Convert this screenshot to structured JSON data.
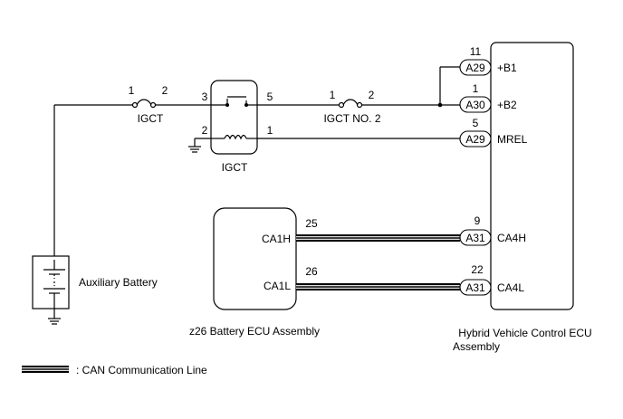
{
  "fuse_igct": {
    "label": "IGCT",
    "pin_in": "1",
    "pin_out": "2"
  },
  "fuse_igct2": {
    "label": "IGCT NO. 2",
    "pin_in": "1",
    "pin_out": "2"
  },
  "relay": {
    "label": "IGCT",
    "pin_3": "3",
    "pin_5": "5",
    "pin_2": "2",
    "pin_1": "1"
  },
  "battery": {
    "label": "Auxiliary Battery"
  },
  "battery_ecu": {
    "label": "z26 Battery ECU Assembly",
    "pin_h_label": "CA1H",
    "pin_h_num": "25",
    "pin_l_label": "CA1L",
    "pin_l_num": "26"
  },
  "hv_ecu": {
    "label_line1": "Hybrid Vehicle Control ECU",
    "label_line2": "Assembly",
    "pins": [
      {
        "num": "11",
        "conn": "A29",
        "name": "+B1"
      },
      {
        "num": "1",
        "conn": "A30",
        "name": "+B2"
      },
      {
        "num": "5",
        "conn": "A29",
        "name": "MREL"
      },
      {
        "num": "9",
        "conn": "A31",
        "name": "CA4H"
      },
      {
        "num": "22",
        "conn": "A31",
        "name": "CA4L"
      }
    ]
  },
  "legend": {
    "label": ": CAN Communication Line"
  }
}
